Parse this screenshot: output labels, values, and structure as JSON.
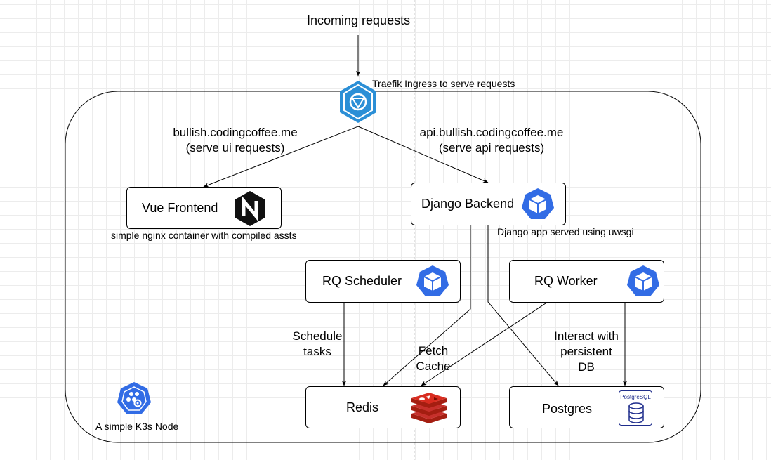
{
  "diagram": {
    "incoming_label": "Incoming requests",
    "ingress_label": "Traefik Ingress to serve requests",
    "node_label": "A simple K3s Node",
    "route_ui": "bullish.codingcoffee.me\n(serve ui requests)",
    "route_api": "api.bullish.codingcoffee.me\n(serve api requests)",
    "boxes": {
      "vue": "Vue Frontend",
      "django": "Django Backend",
      "scheduler": "RQ Scheduler",
      "worker": "RQ Worker",
      "redis": "Redis",
      "postgres": "Postgres"
    },
    "notes": {
      "vue": "simple nginx container with compiled assts",
      "django": "Django app served using uwsgi"
    },
    "edges": {
      "schedule": "Schedule\ntasks",
      "fetch": "Fetch\nCache",
      "interact": "Interact with\npersistent\nDB"
    },
    "icon_text": {
      "postgres": "PostgreSQL"
    },
    "colors": {
      "kube_blue": "#326ce5",
      "traefik_blue": "#2b8fd6",
      "redis_red": "#c6302b",
      "postgres_blue": "#336791"
    }
  }
}
